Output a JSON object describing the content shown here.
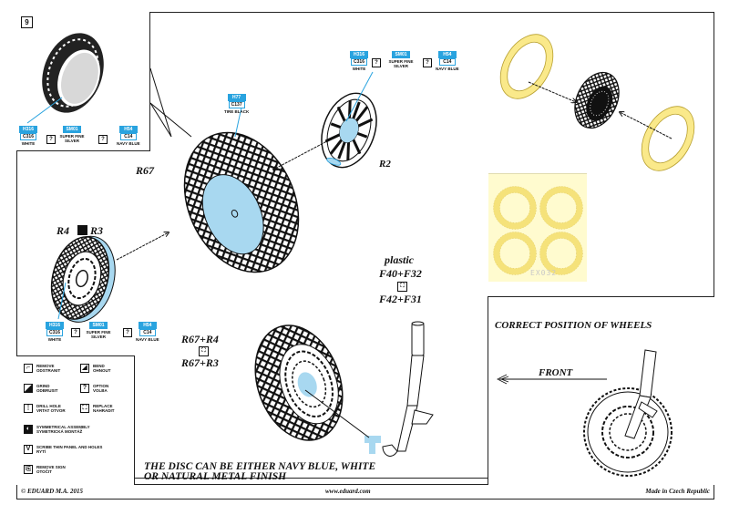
{
  "document": {
    "step_badge": "9",
    "copyright": "© EDUARD M.A. 2015",
    "website": "www.eduard.com",
    "origin": "Made in Czech Republic"
  },
  "detail_inset": {
    "paints": [
      {
        "code": "H316",
        "code2": "C316",
        "name": "WHITE"
      },
      {
        "code": "SM01",
        "code2": "",
        "name": "SUPER FINE SILVER"
      },
      {
        "code": "H54",
        "code2": "C14",
        "name": "NAVY BLUE"
      }
    ],
    "separator": "?"
  },
  "main_wheel": {
    "label": "R67",
    "tire_paint": {
      "code": "H77",
      "code2": "C137",
      "name": "TIRE BLACK"
    }
  },
  "hub_r2": {
    "label": "R2",
    "paints": [
      {
        "code": "H316",
        "code2": "C316",
        "name": "WHITE"
      },
      {
        "code": "SM01",
        "code2": "",
        "name": "SUPER FINE SILVER"
      },
      {
        "code": "H54",
        "code2": "C14",
        "name": "NAVY BLUE"
      }
    ],
    "separator": "?"
  },
  "hub_r4_r3": {
    "label_left": "R4",
    "label_right": "R3",
    "paints": [
      {
        "code": "H316",
        "code2": "C316",
        "name": "WHITE"
      },
      {
        "code": "SM01",
        "code2": "",
        "name": "SUPER FINE SILVER"
      },
      {
        "code": "H54",
        "code2": "C14",
        "name": "NAVY BLUE"
      }
    ],
    "separator": "?"
  },
  "assembly_options": {
    "line1": "R67+R4",
    "line2": "R67+R3"
  },
  "plastic_options": {
    "heading": "plastic",
    "line1": "F40+F32",
    "line2": "F42+F31"
  },
  "mask_sheet": {
    "code": "EX032",
    "mask_count": 4,
    "color": "#f5e27a"
  },
  "legend": [
    {
      "icon": "remove",
      "text": "REMOVE ODSTRANIT"
    },
    {
      "icon": "bend",
      "text": "BEND OHNOUT"
    },
    {
      "icon": "grind",
      "text": "GRIND ODBRUSIT"
    },
    {
      "icon": "option",
      "text": "OPTION VOLBA"
    },
    {
      "icon": "drill",
      "text": "DRILL HOLE VRTAT OTVOR"
    },
    {
      "icon": "replace",
      "text": "REPLACE NAHRADIT"
    },
    {
      "icon": "symmetrical",
      "text": "SYMMETRICAL ASSEMBLY SYMETRICKÁ MONTÁŽ"
    },
    {
      "icon": "thin",
      "text": "SCRIBE THIN PANEL AND HOLES RYTÍ"
    },
    {
      "icon": "remove-sign",
      "text": "REMOVE SIGN OTOČIT"
    }
  ],
  "note": {
    "line1": "THE DISC CAN BE EITHER NAVY BLUE, WHITE",
    "line2": "OR NATURAL METAL FINISH"
  },
  "correct_position": {
    "title": "CORRECT POSITION OF WHEELS",
    "direction": "FRONT"
  },
  "colors": {
    "paint_blue": "#29a3df",
    "disc_blue": "#a8d8f0",
    "mask_yellow": "#f5e27a",
    "mask_sheet_bg": "#fffbcf",
    "line": "#111111"
  }
}
